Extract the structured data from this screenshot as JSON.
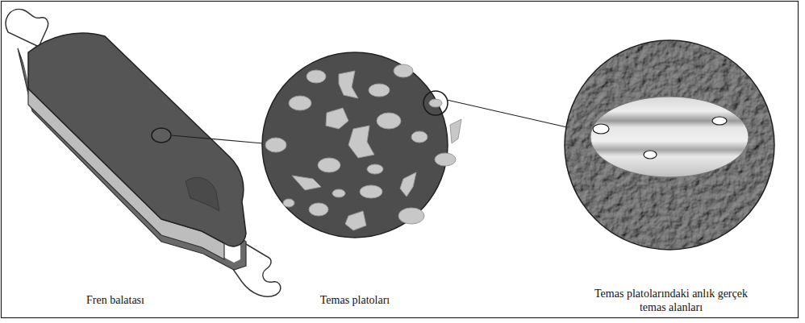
{
  "diagram": {
    "labels": [
      "Fren balatası",
      "Temas platoları",
      "Temas platolarındaki anlık gerçek temas alanları"
    ]
  }
}
